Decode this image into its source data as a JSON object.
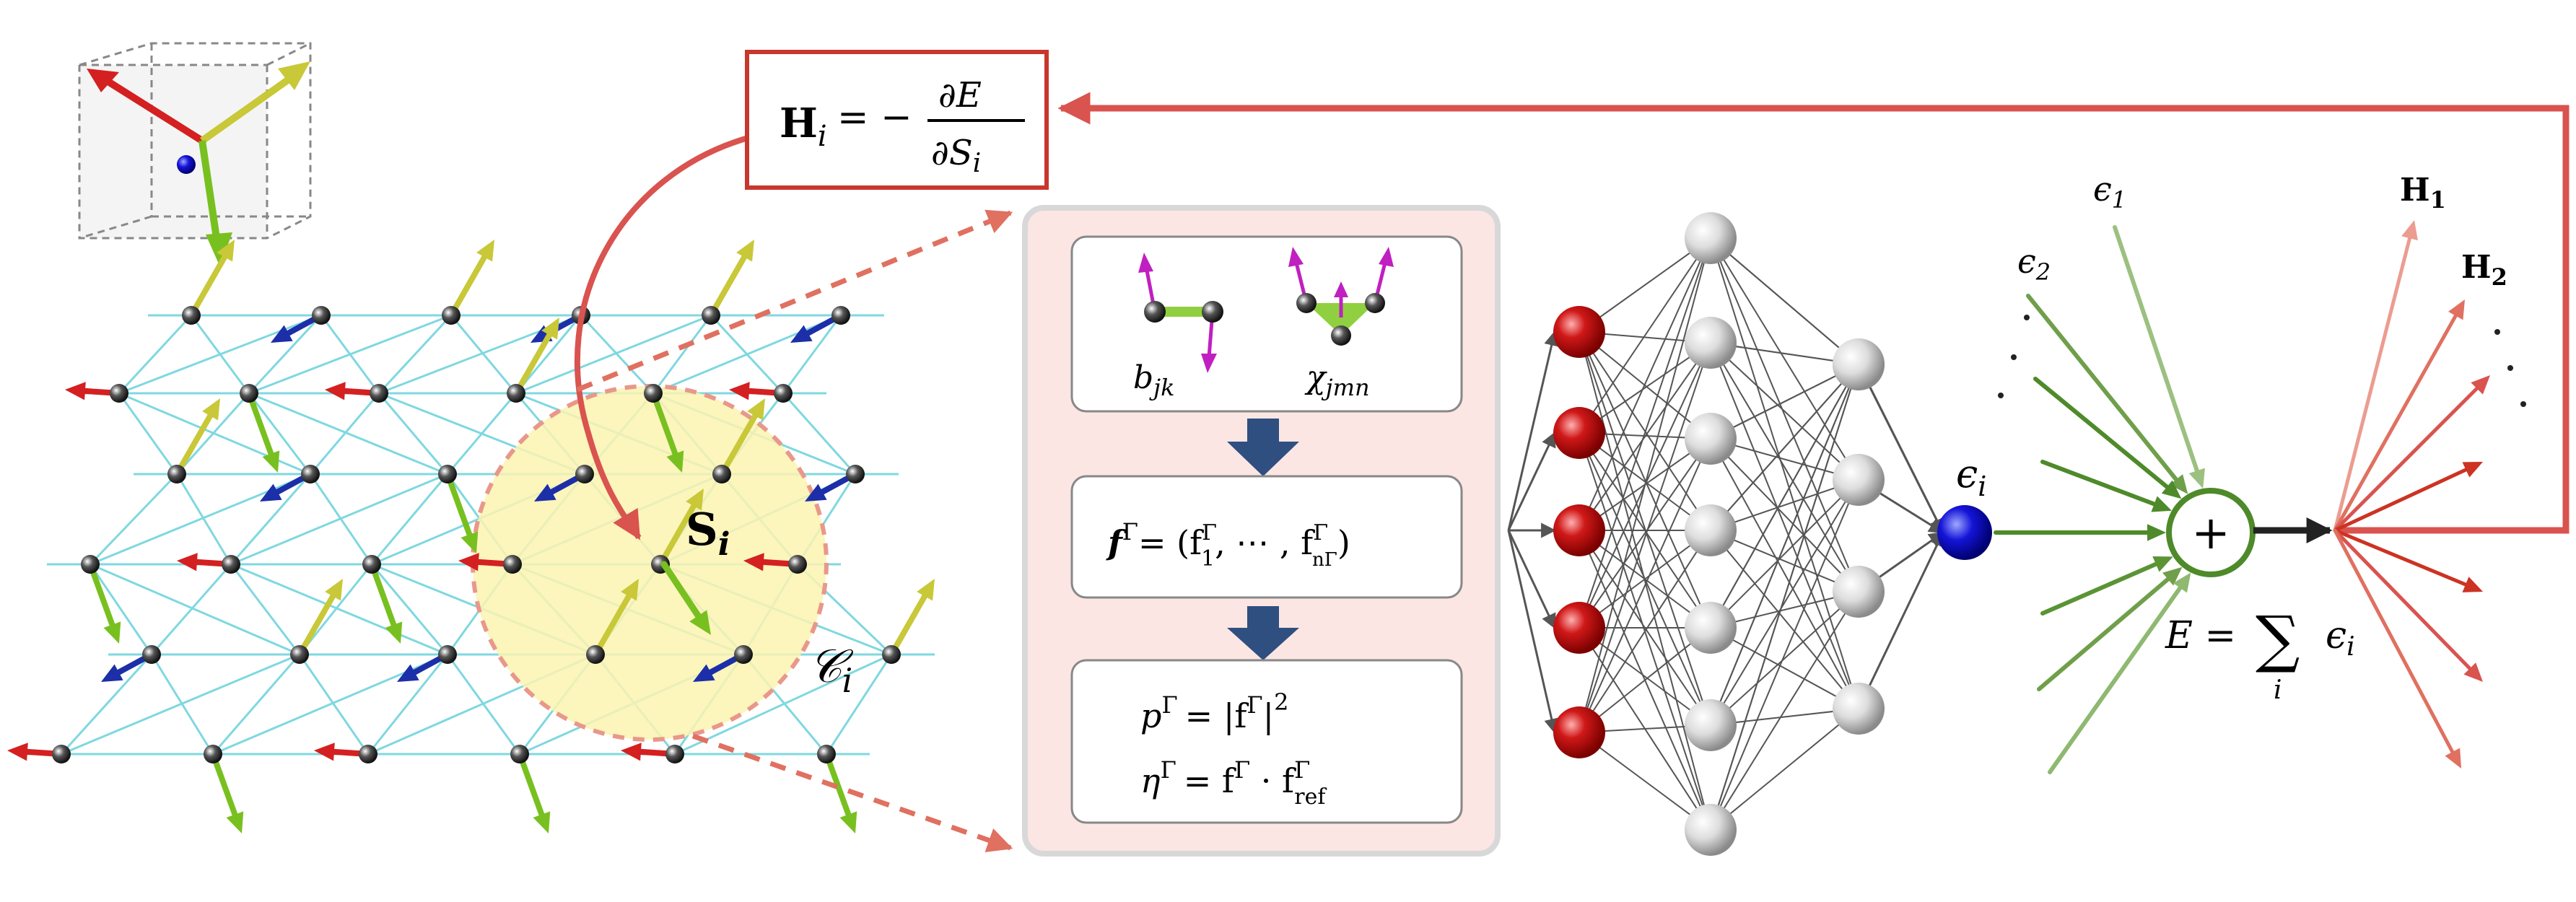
{
  "equations": {
    "field_lhs": "H",
    "field_lhs_sub": "i",
    "field_eq": "= −",
    "field_num": "∂E",
    "field_den": "∂S",
    "field_den_sub": "i",
    "spin_label": "S",
    "spin_label_sub": "i",
    "cluster_label": "𝒞",
    "cluster_label_sub": "i",
    "bond_label": "b",
    "bond_label_sub": "jk",
    "chirality_label": "χ",
    "chirality_label_sub": "jmn",
    "feature_vector": "f",
    "feature_vector_sup": "Γ",
    "feature_eq": "= (f",
    "feature_comp1": "Γ",
    "feature_comp1_sub": "1",
    "feature_dots": ", ⋯ , f",
    "feature_compn": "Γ",
    "feature_compn_sub": "nΓ",
    "feature_close": ")",
    "power_lhs": "p",
    "power_lhs_sup": "Γ",
    "power_rhs": "= |f",
    "power_rhs_sup": "Γ",
    "power_rhs_end": "|",
    "power_rhs_exp": "2",
    "eta_lhs": "η",
    "eta_lhs_sup": "Γ",
    "eta_rhs": "= f",
    "eta_rhs_sup": "Γ",
    "eta_dot": " · f",
    "eta_ref_sup": "Γ",
    "eta_ref_sub": "ref",
    "local_energy": "ϵ",
    "local_energy_sub": "i",
    "eps1": "ϵ",
    "eps1_sub": "1",
    "eps2": "ϵ",
    "eps2_sub": "2",
    "sum_symbol": "+",
    "total_energy": "E = ",
    "sigma": "∑",
    "sigma_index": "i",
    "total_energy_term": "ϵ",
    "total_energy_term_sub": "i",
    "h1": "H",
    "h1_sub": "1",
    "h2": "H",
    "h2_sub": "2"
  },
  "colors": {
    "bond_line": "#7fd8e0",
    "cluster_fill": "#fbf3b0",
    "cluster_stroke": "#e8988a",
    "highlight_box": "#c8362e",
    "feedback_arrow": "#d9534f",
    "panel_fill": "#fbe6e4",
    "panel_stroke": "#d8d8d8",
    "step_arrow": "#2f4f80",
    "input_neuron": "#cc1f1f",
    "hidden_neuron": "#d8d8d8",
    "output_neuron": "#1a1acc",
    "green_arrow": "#4e8a2a",
    "red_arrow": "#cc3322",
    "spin_red": "#d42020",
    "spin_blue": "#1c2fa8",
    "spin_yellow": "#c8c838",
    "spin_green": "#78c020",
    "bond_green": "#90d040",
    "chirality_magenta": "#c020c0"
  }
}
